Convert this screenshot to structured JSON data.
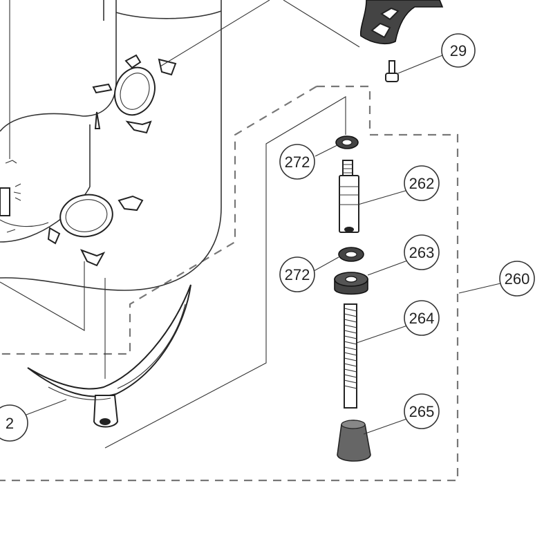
{
  "callouts": {
    "c29": "29",
    "c272a": "272",
    "c262": "262",
    "c272b": "272",
    "c263": "263",
    "c260": "260",
    "c264": "264",
    "c265": "265",
    "c2": "2"
  },
  "colors": {
    "line": "#333333",
    "dash": "#777777",
    "background": "#ffffff"
  }
}
